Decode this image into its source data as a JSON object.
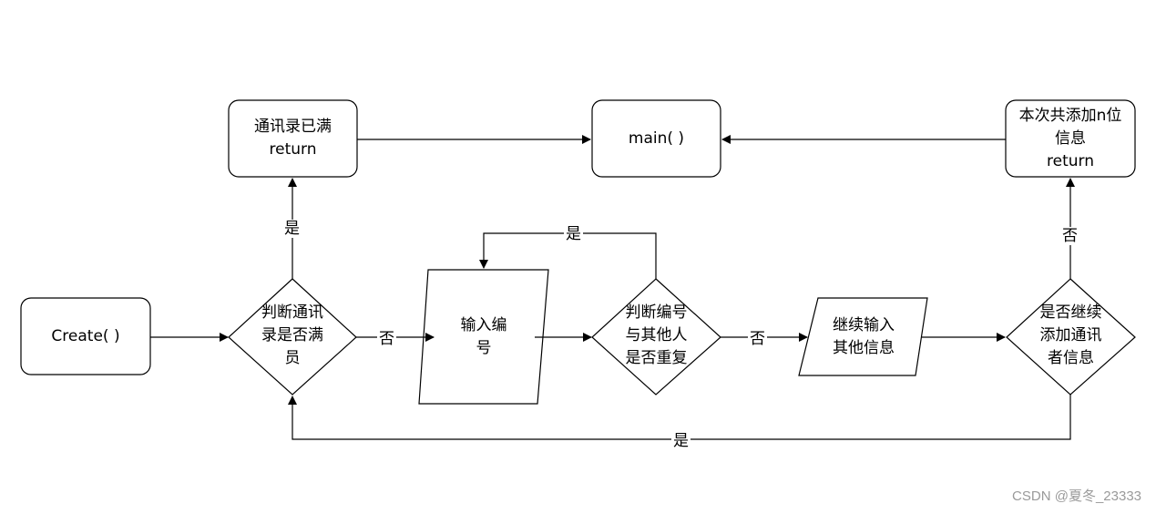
{
  "nodes": {
    "create": "Create( )",
    "check_full": [
      "判断通讯",
      "录是否满",
      "员"
    ],
    "full_return": [
      "通讯录已满",
      "return"
    ],
    "main": "main( )",
    "input_no": [
      "输入编",
      "号"
    ],
    "check_dup": [
      "判断编号",
      "与其他人",
      "是否重复"
    ],
    "input_other": [
      "继续输入",
      "其他信息"
    ],
    "continue_add": [
      "是否继续",
      "添加通讯",
      "者信息"
    ],
    "summary_return": [
      "本次共添加n位",
      "信息",
      "return"
    ]
  },
  "edges": {
    "full_yes": "是",
    "full_no": "否",
    "dup_yes": "是",
    "dup_no": "否",
    "continue_no": "否",
    "continue_yes": "是"
  },
  "watermark": "CSDN @夏冬_23333"
}
